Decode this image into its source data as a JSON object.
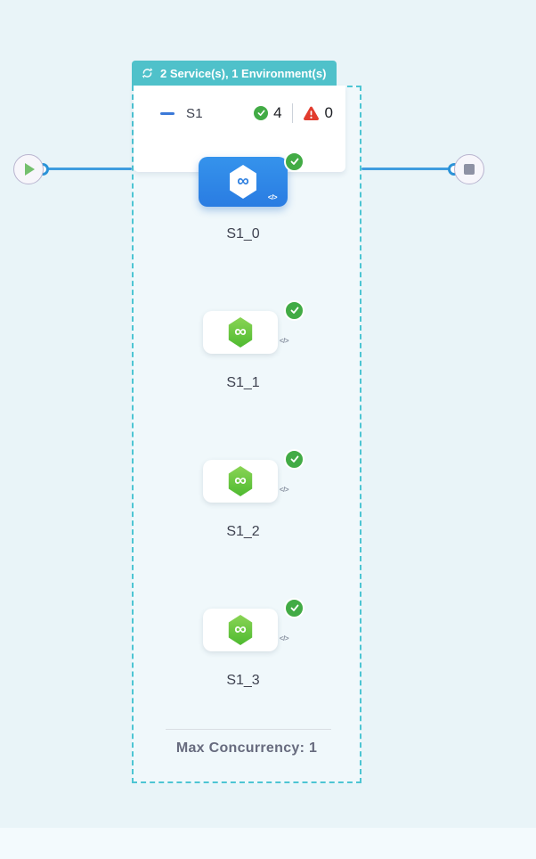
{
  "loop_badge": {
    "label": "2 Service(s), 1 Environment(s)"
  },
  "stage_header": {
    "name": "S1",
    "success_count": "4",
    "error_count": "0"
  },
  "nodes": [
    {
      "label": "S1_0",
      "selected": true,
      "status": "success",
      "code_glyph": "</>"
    },
    {
      "label": "S1_1",
      "selected": false,
      "status": "success",
      "code_glyph": "</>"
    },
    {
      "label": "S1_2",
      "selected": false,
      "status": "success",
      "code_glyph": "</>"
    },
    {
      "label": "S1_3",
      "selected": false,
      "status": "success",
      "code_glyph": "</>"
    }
  ],
  "footer": {
    "max_concurrency": "Max Concurrency: 1"
  },
  "glyphs": {
    "infinity": "∞",
    "code": "</>"
  },
  "colors": {
    "canvas_bg": "#e9f4f8",
    "canvas_strip": "#f3fafd",
    "badge_teal": "#4fc1ca",
    "dashed_border": "#4dc5d3",
    "selected_node_blue": "#2f87e6",
    "connector_blue": "#3f9cdf",
    "success_green": "#42ab45",
    "error_red": "#e23c2e",
    "service_green": "#5fc435",
    "play_green": "#74c06e",
    "stop_gray": "#8e92a4"
  }
}
